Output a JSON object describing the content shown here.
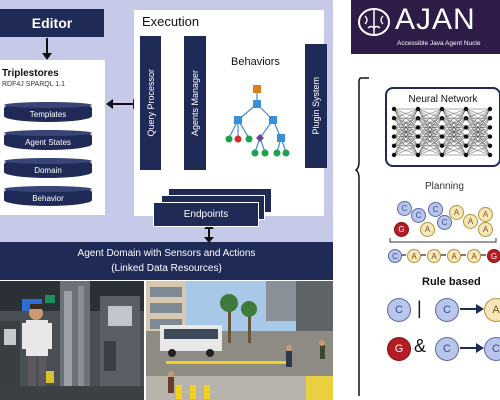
{
  "editor": {
    "label": "Editor"
  },
  "triplestores": {
    "title": "Triplestores",
    "subtitle": "RDF4J SPARQL 1.1",
    "items": [
      "Templates",
      "Agent States",
      "Domain",
      "Behavior"
    ]
  },
  "execution": {
    "label": "Execution",
    "query_processor": "Query Processor",
    "agents_manager": "Agents Manager",
    "behaviors": "Behaviors",
    "plugin_system": "Plugin System",
    "endpoints": "Endpoints"
  },
  "logo": {
    "name": "AJAN",
    "tagline": "Accessible Java Agent Nucle"
  },
  "plugins": {
    "neural_network": "Neural Network",
    "planning": "Planning",
    "rule_based": "Rule based",
    "symbols": {
      "c": "C",
      "a": "A",
      "g": "G",
      "or": "|",
      "and": "&"
    }
  },
  "domain": {
    "line1": "Agent Domain with Sensors and Actions",
    "line2": "(Linked Data Resources)"
  },
  "colors": {
    "navy": "#1f2a57",
    "lavender": "#c7c9e8",
    "accent_orange": "#e07b1f",
    "node_blue": "#3b8fd6",
    "leaf_green": "#1aa34a",
    "leaf_red": "#d42b2b",
    "leaf_purple": "#6b3fa0"
  }
}
